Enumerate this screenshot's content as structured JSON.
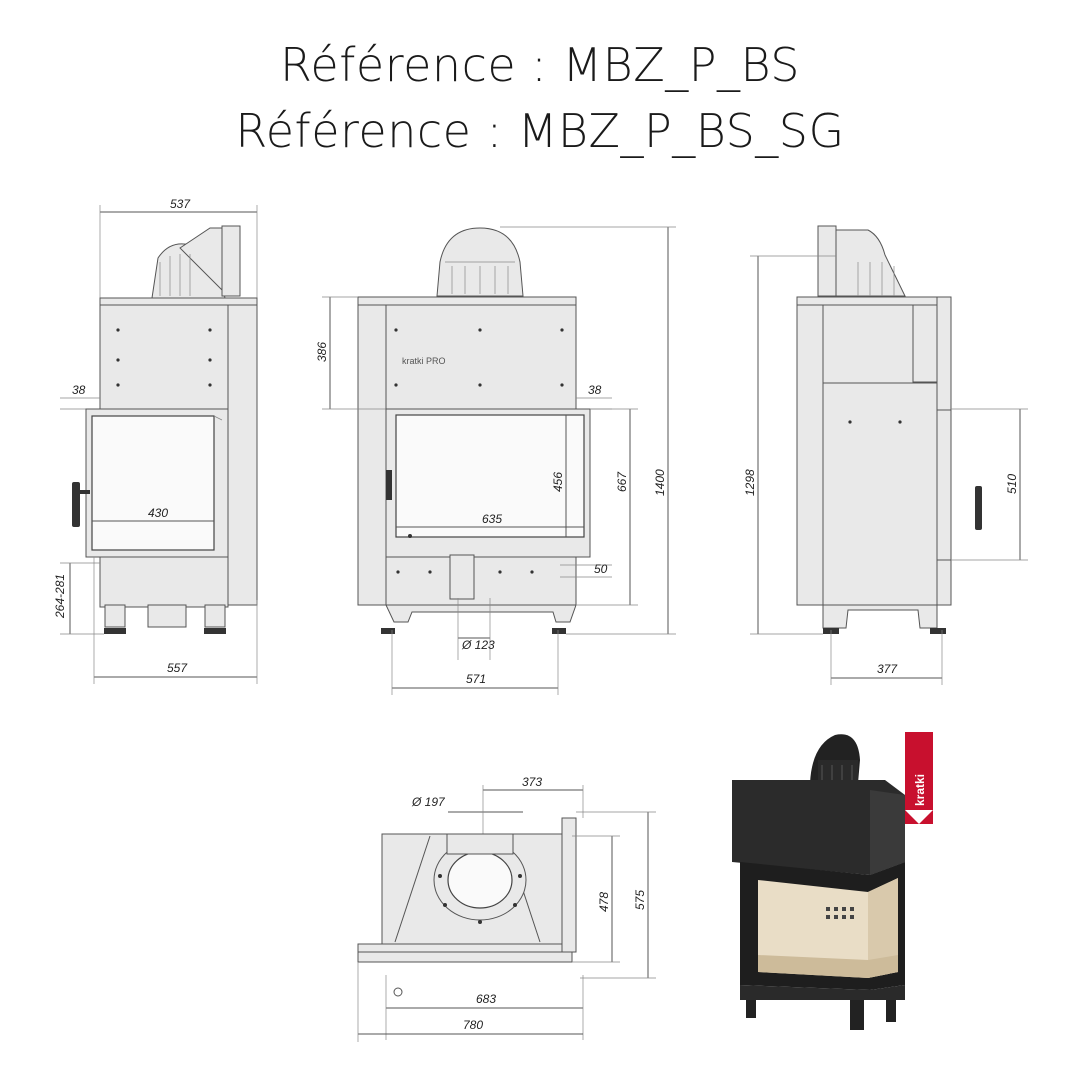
{
  "header": {
    "reference_1": "Référence : MBZ_P_BS",
    "reference_2": "Référence : MBZ_P_BS_SG"
  },
  "dimensions": {
    "side_left_top_width": "537",
    "side_left_bottom_width": "557",
    "side_left_glass_width": "430",
    "side_left_offset": "38",
    "side_left_leg_height": "264-281",
    "front_top_height": "386",
    "front_offset": "38",
    "front_glass_height": "456",
    "front_opening_height": "667",
    "front_total_height": "1400",
    "front_glass_width": "635",
    "front_bottom_gap": "50",
    "front_air_diameter": "Ø 123",
    "front_base_width": "571",
    "side_right_total_height": "1298",
    "side_right_glass_height": "510",
    "side_right_depth": "377",
    "top_flue_diameter": "Ø 197",
    "top_flue_offset": "373",
    "top_depth_inner": "478",
    "top_depth_outer": "575",
    "top_width_inner": "683",
    "top_width_outer": "780"
  },
  "brand": {
    "front_logo_text": "kratki PRO",
    "product_badge": "kratki",
    "badge_color": "#c8102e"
  }
}
